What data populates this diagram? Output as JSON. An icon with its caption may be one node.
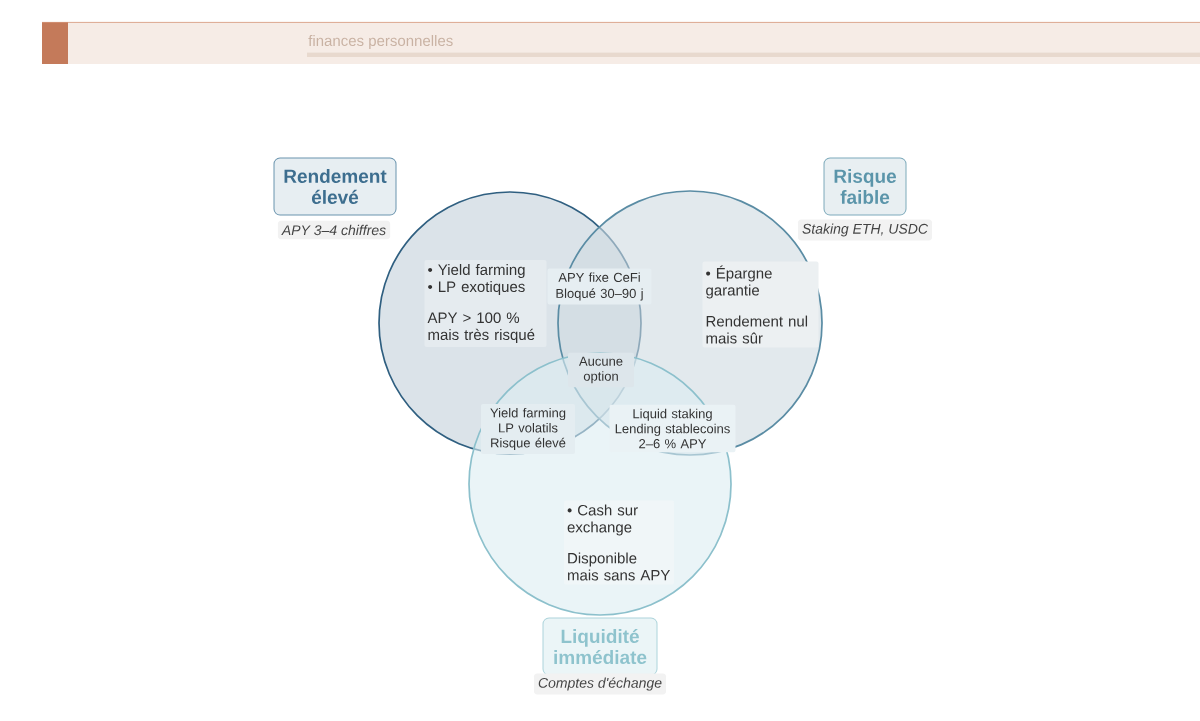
{
  "diagram": {
    "nodes": [
      {
        "text": [
          "Rendement élevé"
        ],
        "beside": [
          "APY 3–4 chiffres"
        ]
      },
      {
        "text": [
          "Risque faible"
        ],
        "beside": [
          "Staking ETH, USDC"
        ]
      },
      {
        "text": [],
        "shape": "circle"
      },
      {
        "text": [],
        "shape": "circle"
      },
      {
        "text": [],
        "shape": "circle"
      },
      {
        "text": [
          "• Yield farming",
          "• LP exotiques",
          "APY > 100 % mais très risqué"
        ],
        "in": 2
      },
      {
        "text": [
          "APY fixe CeFi Bloqué 30–90 j"
        ]
      },
      {
        "text": [
          "• Épargne garantie",
          "Rendement nul mais sûr"
        ],
        "in": 3
      },
      {
        "text": [
          "Aucune option"
        ]
      },
      {
        "text": [
          "Yield farming LP volatils Risque élevé"
        ]
      },
      {
        "text": [
          "Liquid staking Lending stablecoins 2–6 % APY"
        ]
      },
      {
        "text": [
          "• Cash sur exchange",
          "Disponible mais sans APY"
        ],
        "in": 4
      },
      {
        "text": [
          "Liquidité immédiate"
        ],
        "beside": [
          "Comptes d'échange"
        ]
      }
    ],
    "labels": [
      "finances personnelles"
    ]
  }
}
